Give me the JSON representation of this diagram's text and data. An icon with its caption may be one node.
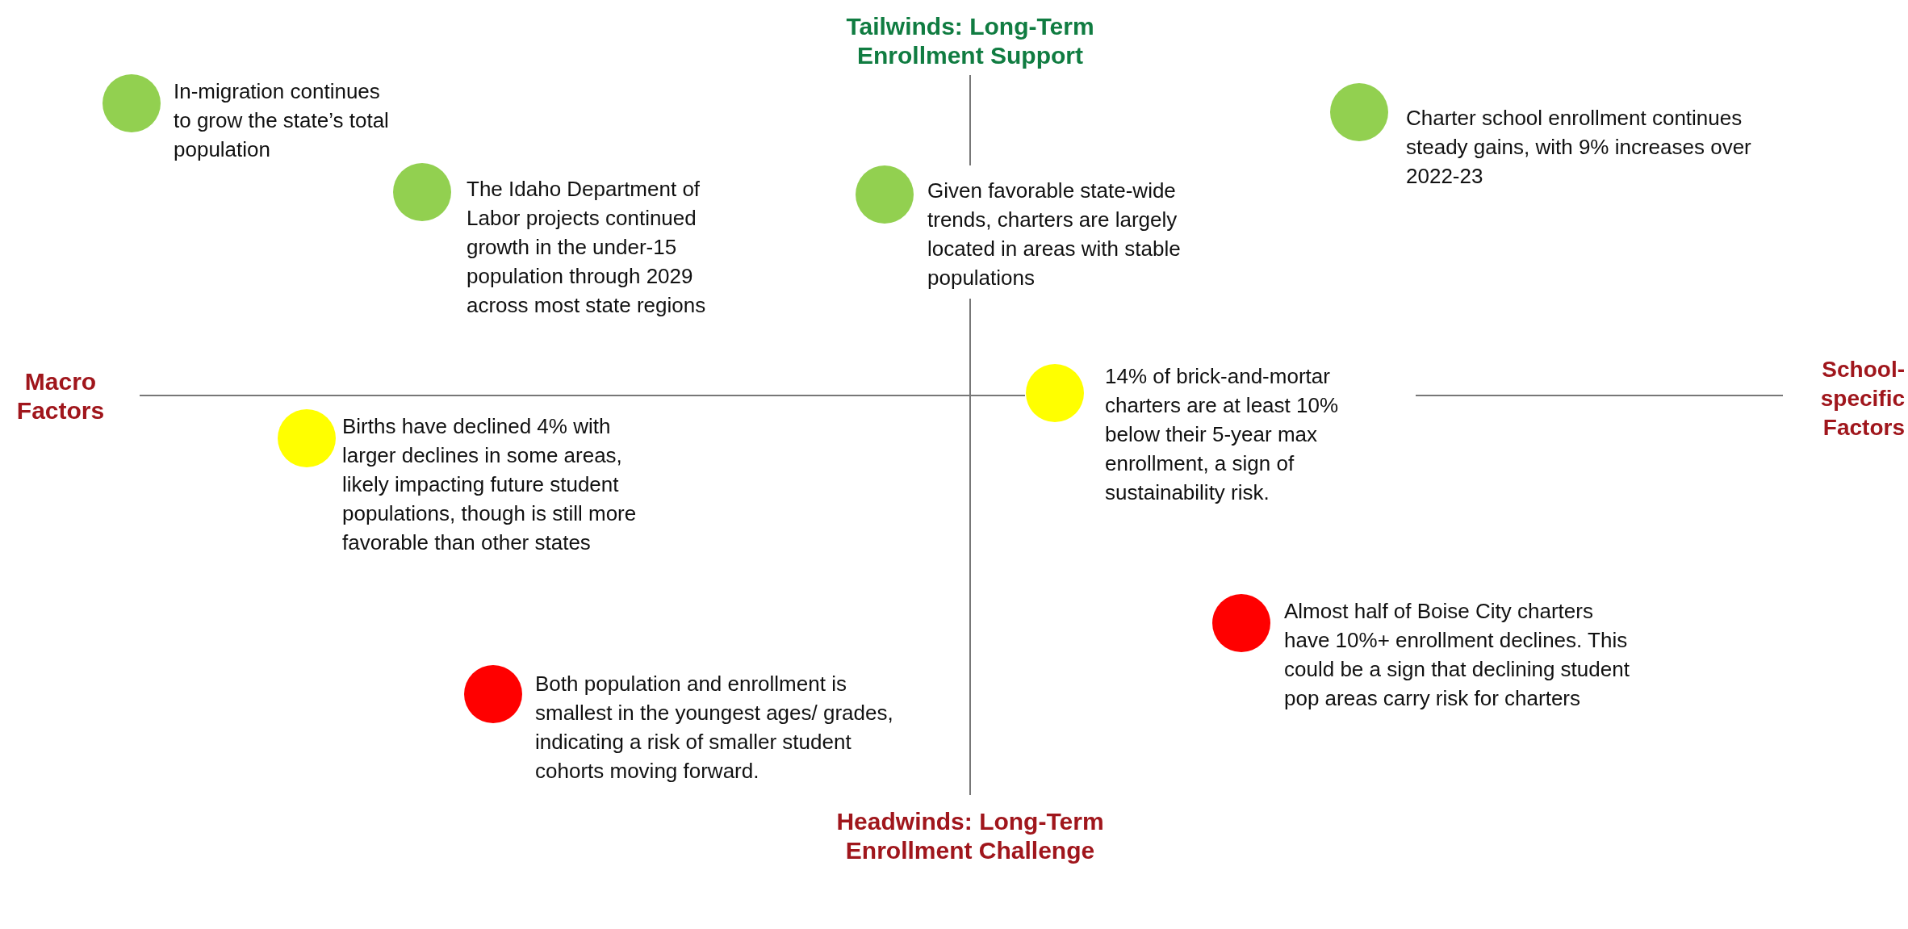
{
  "diagram": {
    "nodes": [
      {
        "text": [],
        "shape": "circle",
        "beside": [
          "In-migration continues to grow the state’s total population"
        ]
      },
      {
        "text": [],
        "shape": "circle",
        "beside": [
          "Charter school enrollment continues steady gains, with 9% increases over 2022-23"
        ]
      },
      {
        "text": [],
        "shape": "circle",
        "beside": [
          "The Idaho Department of Labor projects continued growth in the under-15 population through 2029 across most state regions"
        ]
      },
      {
        "text": [],
        "shape": "circle",
        "beside": [
          "Given favorable state-wide trends, charters are largely located in areas with stable populations"
        ]
      },
      {
        "text": [],
        "shape": "circle",
        "beside": [
          "14% of brick-and-mortar charters are at least 10% below their 5-year max enrollment, a sign of sustainability risk."
        ]
      },
      {
        "text": [],
        "shape": "circle",
        "beside": [
          "Births have declined 4% with larger declines in some areas, likely impacting future student populations, though is still more favorable than other states"
        ]
      },
      {
        "text": [],
        "shape": "circle",
        "beside": [
          "Almost half of Boise City charters have 10%+ enrollment declines. This could be a sign that declining student pop areas carry risk for charters"
        ]
      },
      {
        "text": [],
        "shape": "circle",
        "beside": [
          "Both population and enrollment is smallest in the youngest ages/ grades, indicating a risk of smaller student cohorts moving forward."
        ]
      }
    ],
    "labels": [
      "Tailwinds: Long-Term Enrollment Support",
      "Macro Factors",
      "School-specific Factors",
      "Headwinds: Long-Term Enrollment Challenge"
    ]
  }
}
